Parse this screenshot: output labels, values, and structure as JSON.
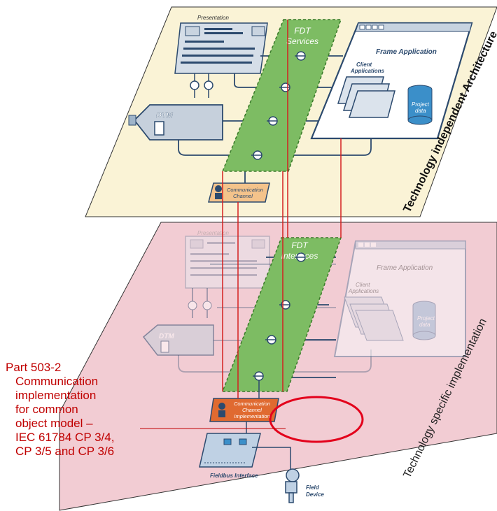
{
  "top_layer": {
    "presentation_label": "Presentation",
    "fdt_line1": "FDT",
    "fdt_line2": "Services",
    "frame_app_label": "Frame Application",
    "client_apps_line1": "Client",
    "client_apps_line2": "Applications",
    "project_data_line1": "Project",
    "project_data_line2": "data",
    "dtm_label": "DTM",
    "comm_line1": "Communication",
    "comm_line2": "Channel",
    "side_label": "Technology independent Architecture"
  },
  "bottom_layer": {
    "presentation_label": "Presentation",
    "fdt_line1": "FDT",
    "fdt_line2": "Interfaces",
    "frame_app_label": "Frame Application",
    "client_apps_line1": "Client",
    "client_apps_line2": "Applications",
    "project_data_line1": "Project",
    "project_data_line2": "data",
    "dtm_label": "DTM",
    "comm_line1": "Communication",
    "comm_line2": "Channel",
    "comm_line3": "Implementation",
    "fieldbus_label": "Fieldbus Interface",
    "field_line1": "Field",
    "field_line2": "Device",
    "side_label": "Technology specific implementation"
  },
  "annotation": {
    "part": "Part 503-2",
    "lines": [
      "Communication",
      "implementation",
      "for common",
      "object model –",
      "IEC 61784 CP 3/4,",
      "CP 3/5 and CP 3/6"
    ]
  },
  "colors": {
    "top_plane": "#faf3d6",
    "bottom_plane": "#f2ccd3",
    "fdt_band": "#7dbc63",
    "accent_red": "#c00000",
    "highlight_ellipse": "#e3001b",
    "connector_red": "#d42020",
    "element_blue": "#9fb4c9",
    "bus_blue": "#2c4a6e"
  }
}
